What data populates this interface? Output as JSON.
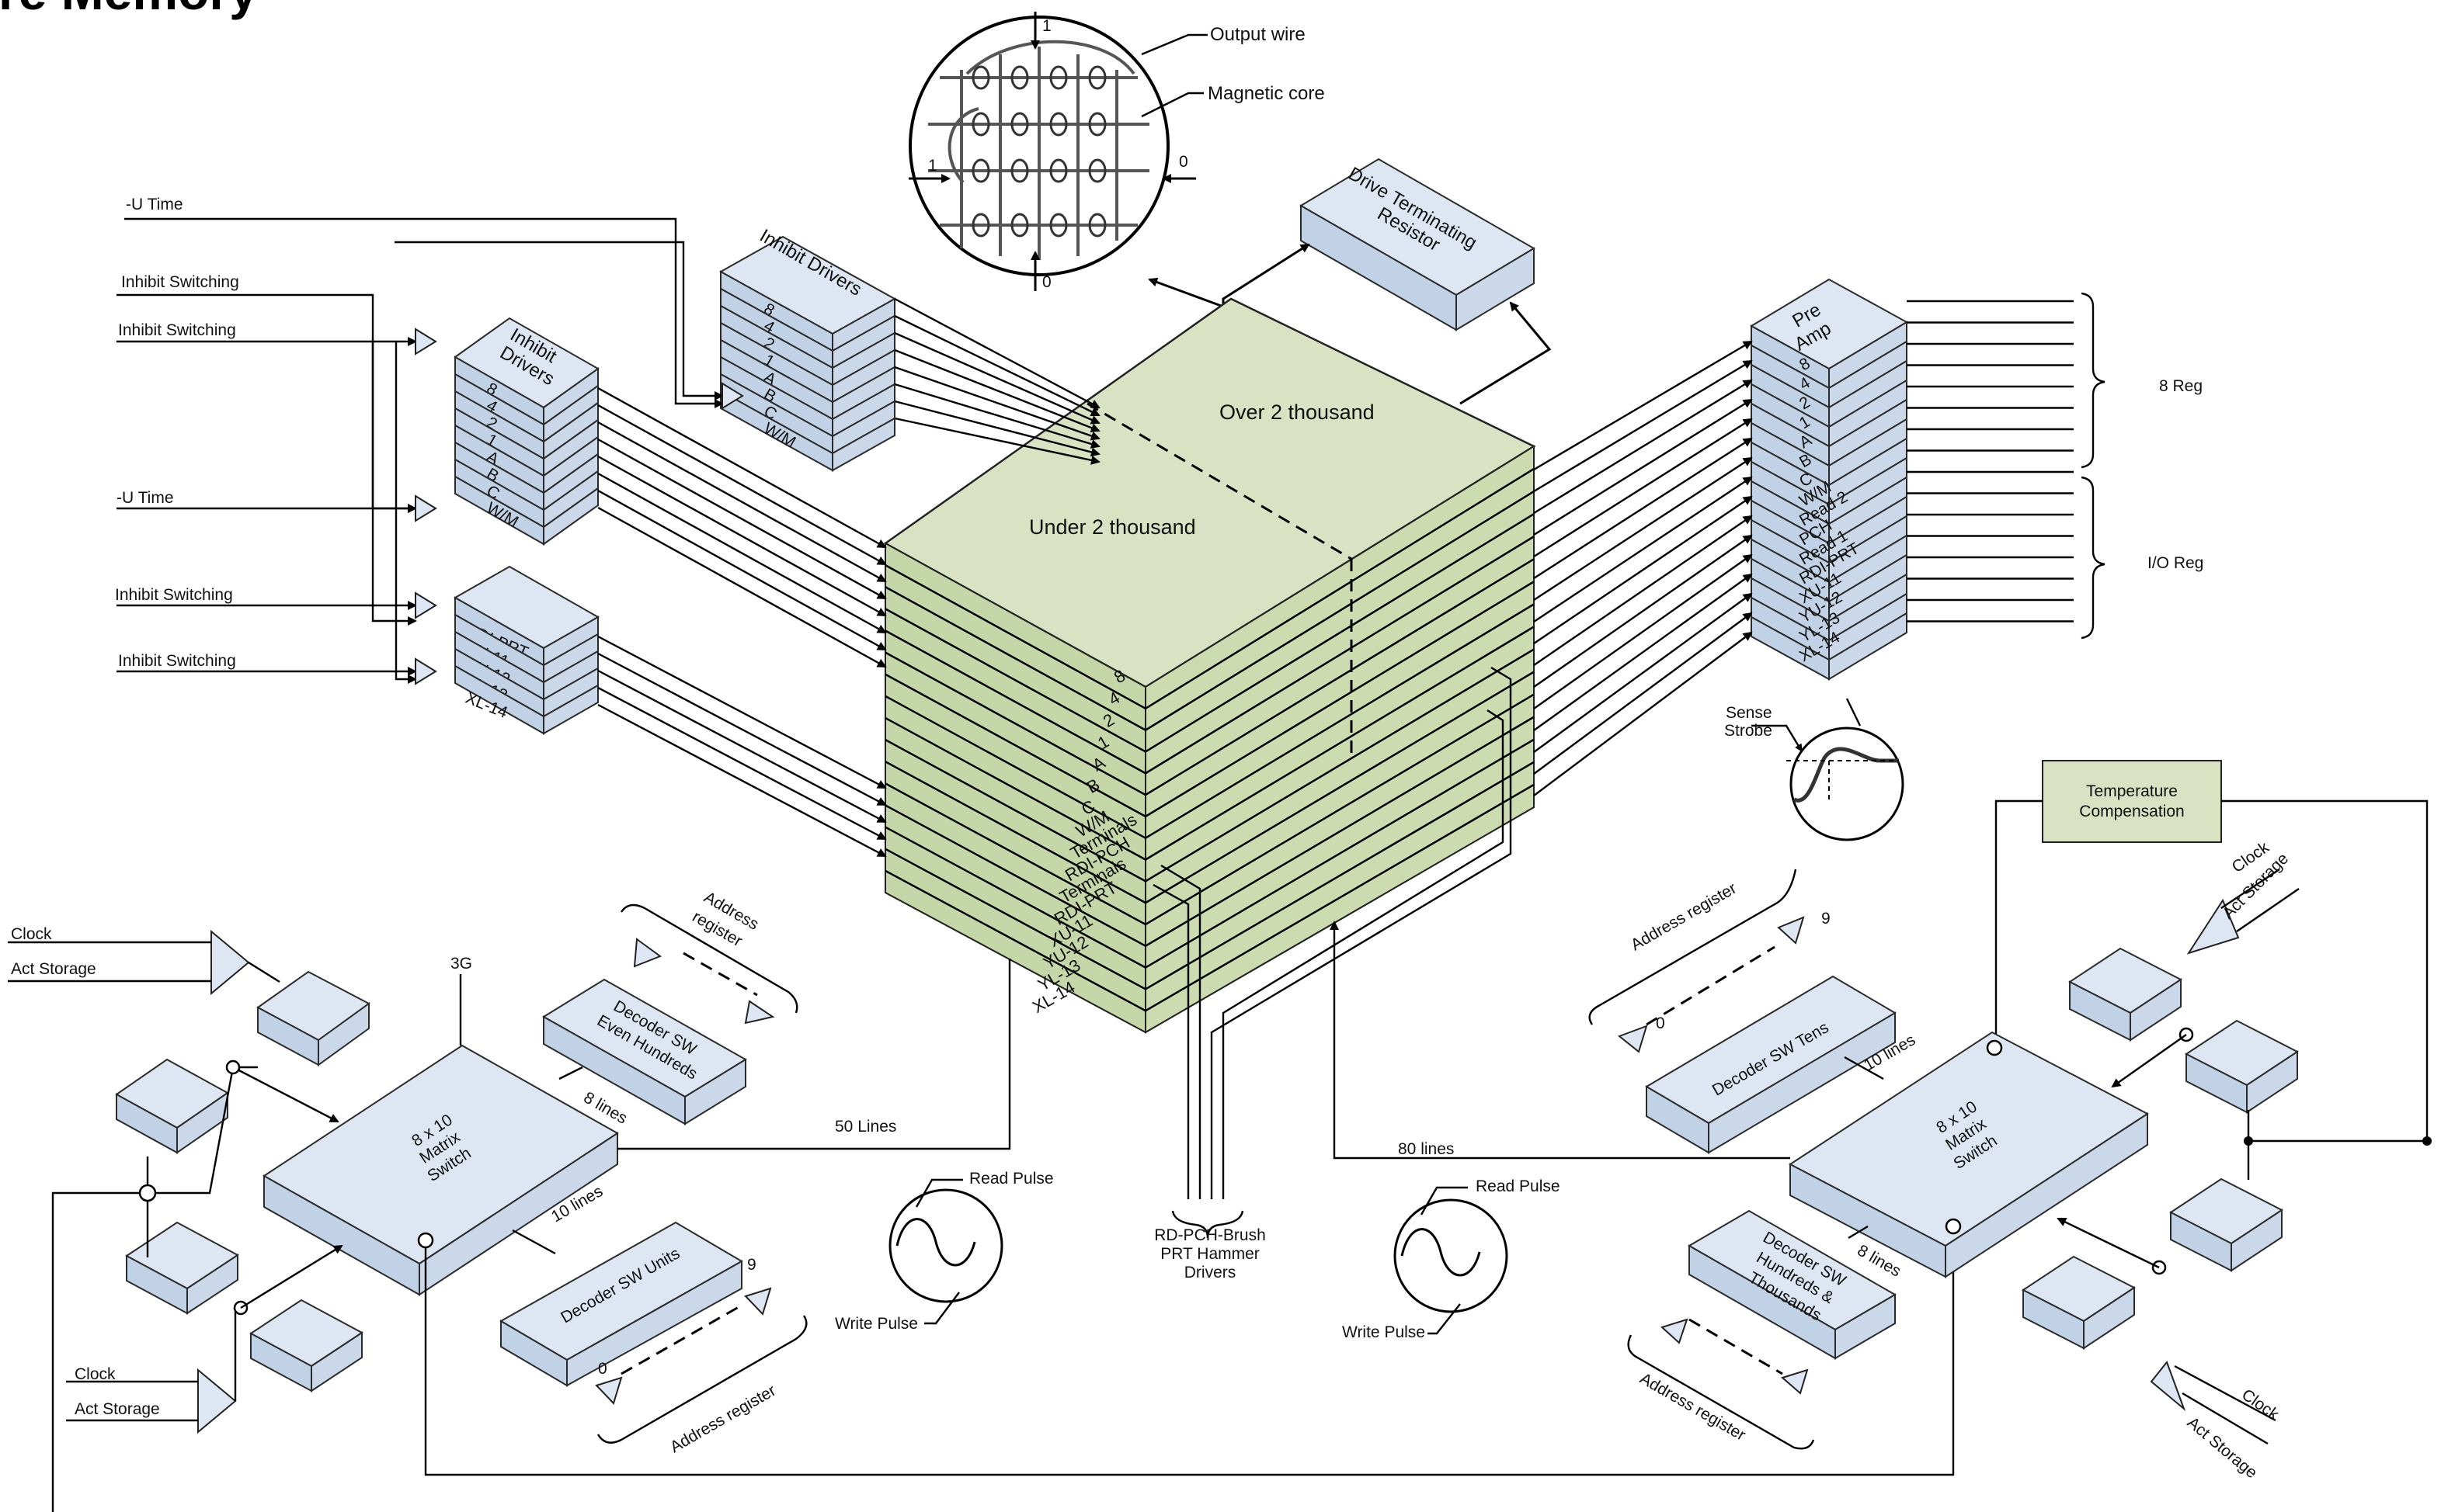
{
  "title": "Core Memory",
  "colors": {
    "core": "#d9e3c4",
    "block": "#cbd8ea",
    "stack_side": "#b4c79a",
    "temp_comp": "#d9e3c4",
    "wire": "#000000"
  },
  "core_detail": {
    "output_wire": "Output wire",
    "magnetic_core": "Magnetic core",
    "top_bit": "1",
    "left_bit": "1",
    "right_bit": "0",
    "bottom_bit": "0"
  },
  "drive_resistor": {
    "line1": "Drive Terminating",
    "line2": "Resistor"
  },
  "core_stack": {
    "over": "Over 2 thousand",
    "under": "Under 2 thousand",
    "planes": [
      "8",
      "4",
      "2",
      "1",
      "A",
      "B",
      "C",
      "W/M",
      "Terminals",
      "RDI-PCH",
      "Terminals",
      "RDI-PRT",
      "XU-11",
      "YU-12",
      "YL-13",
      "XL-14"
    ]
  },
  "inhibit_drivers_top": {
    "title": "Inhibit Drivers",
    "rows": [
      "8",
      "4",
      "2",
      "1",
      "A",
      "B",
      "C",
      "W/M"
    ]
  },
  "inhibit_drivers_left": {
    "title_l1": "Inhibit",
    "title_l2": "Drivers",
    "rows": [
      "8",
      "4",
      "2",
      "1",
      "A",
      "B",
      "C",
      "W/M"
    ]
  },
  "inhibit_drivers_low": {
    "rows": [
      "RDI-PRT",
      "XU-11",
      "YU-12",
      "YL-13",
      "XL-14"
    ]
  },
  "left_inputs": [
    "-U Time",
    "Inhibit Switching",
    "Inhibit Switching",
    "-U Time",
    "Inhibit Switching",
    "Inhibit Switching"
  ],
  "pre_amp": {
    "title_l1": "Pre",
    "title_l2": "Amp",
    "rows": [
      "8",
      "4",
      "2",
      "1",
      "A",
      "B",
      "C",
      "W/M",
      "Read 2",
      "PCH",
      "Read 1",
      "RDI-PRT",
      "XU-11",
      "YU-12",
      "YL-13",
      "XL-14"
    ]
  },
  "reg_labels": {
    "eight": "8 Reg",
    "io": "I/O Reg"
  },
  "sense_strobe": {
    "line1": "Sense",
    "line2": "Strobe"
  },
  "temp_comp": {
    "line1": "Temperature",
    "line2": "Compensation"
  },
  "left_switch": {
    "clock": "Clock",
    "act_storage": "Act Storage",
    "clock2": "Clock",
    "act_storage2": "Act Storage",
    "three_g": "3G",
    "matrix_l1": "8 x 10",
    "matrix_l2": "Matrix",
    "matrix_l3": "Switch",
    "dec_even_l1": "Decoder SW",
    "dec_even_l2": "Even Hundreds",
    "dec_units": "Decoder SW Units",
    "addr_reg": "Address register",
    "addr_reg_l1": "Address",
    "addr_reg_l2": "register",
    "eight_lines": "8 lines",
    "ten_lines": "10 lines",
    "fifty_lines": "50 Lines",
    "nine": "9",
    "zero": "0"
  },
  "right_switch": {
    "clock": "Clock",
    "act_storage": "Act Storage",
    "clock2": "Clock",
    "act_storage2": "Act Storage",
    "matrix_l1": "8 x 10",
    "matrix_l2": "Matrix",
    "matrix_l3": "Switch",
    "dec_tens": "Decoder SW Tens",
    "dec_ht_l1": "Decoder SW",
    "dec_ht_l2": "Hundreds &",
    "dec_ht_l3": "Thousands",
    "addr_reg": "Address register",
    "ten_lines": "10 lines",
    "eight_lines": "8 lines",
    "eighty_lines": "80 lines",
    "nine": "9",
    "zero": "0"
  },
  "pulses": {
    "read": "Read Pulse",
    "write": "Write Pulse"
  },
  "hammer": {
    "line1": "RD-PCH-Brush",
    "line2": "PRT Hammer",
    "line3": "Drivers"
  }
}
